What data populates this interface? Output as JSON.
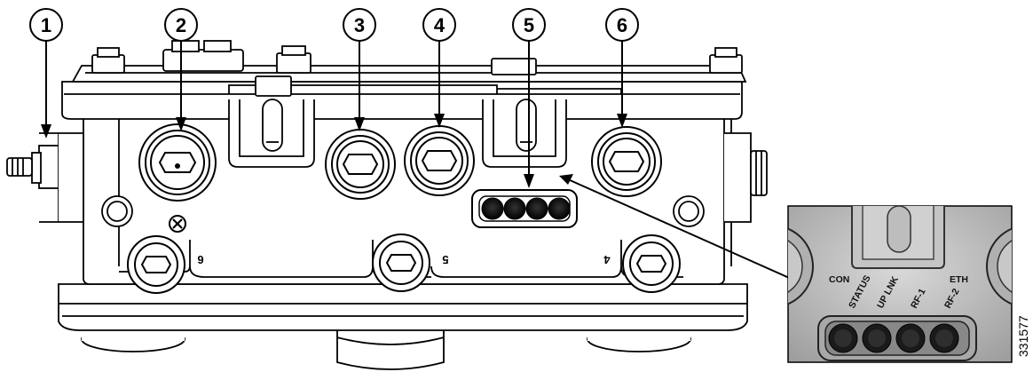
{
  "callouts": [
    "1",
    "2",
    "3",
    "4",
    "5",
    "6"
  ],
  "port_numbers": [
    "6",
    "5",
    "4"
  ],
  "inset": {
    "labels": [
      "CON",
      "ETH",
      "STATUS",
      "UP LNK",
      "RF-1",
      "RF-2"
    ]
  },
  "figure_id": "331577",
  "colors": {
    "line": "#000000",
    "body": "#ffffff",
    "inset_bg": "#bdbdbd"
  }
}
